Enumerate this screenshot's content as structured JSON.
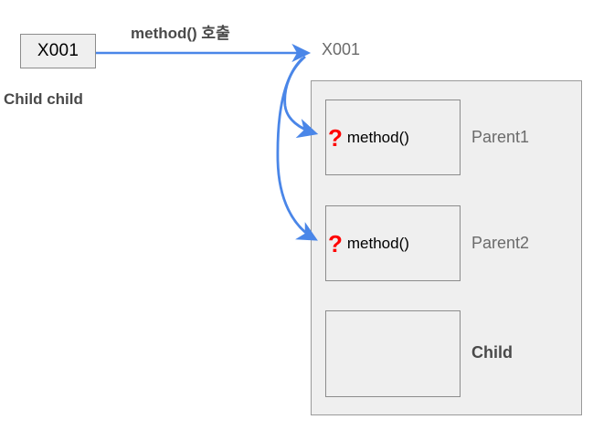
{
  "diagram": {
    "title_text": "method() 호출",
    "caller": {
      "ref_value": "X001",
      "declaration": "Child child"
    },
    "target": {
      "ref_value": "X001",
      "slots": [
        {
          "qmark": "?",
          "method": "method()",
          "class_label": "Parent1",
          "has_method": true
        },
        {
          "qmark": "?",
          "method": "method()",
          "class_label": "Parent2",
          "has_method": true
        },
        {
          "qmark": "",
          "method": "",
          "class_label": "Child",
          "has_method": false
        }
      ]
    },
    "colors": {
      "arrow_blue": "#4a86e8",
      "question_red": "#ff0000",
      "box_fill": "#efefef",
      "box_border": "#8c8c8c",
      "label_gray": "#6b6b6b",
      "bold_label_gray": "#4a4a4a"
    }
  }
}
